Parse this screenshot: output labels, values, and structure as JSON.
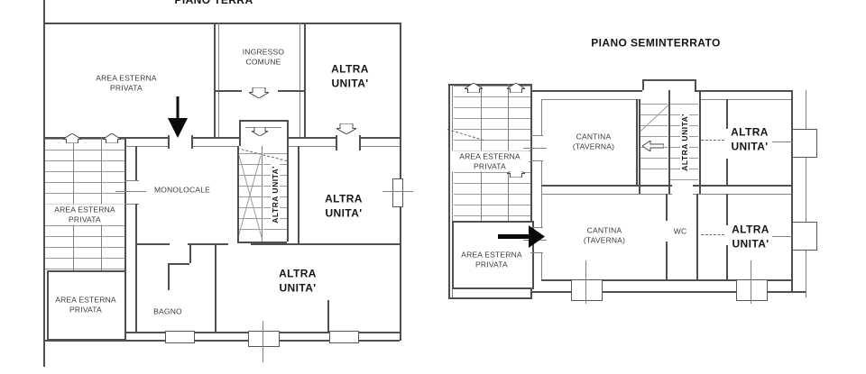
{
  "document_type": "floor-plan-drawing",
  "colors": {
    "background": "#ffffff",
    "wall_line": "#4f4f4f",
    "thin_line": "#808080",
    "hatch_line": "#9a9a9a",
    "label_text": "#3a3a3a",
    "bold_text": "#161616",
    "arrow": "#0a0a0a"
  },
  "icons": {
    "black_down_arrow": "solid entrance arrow pointing down",
    "black_right_arrow": "solid entrance arrow pointing right",
    "outline_up_arrow": "open stair/door arrow up",
    "outline_down_arrow": "open stair/door arrow down",
    "outline_left_arrow": "open stair arrow left"
  },
  "plans": [
    {
      "title": "PIANO TERRA",
      "rooms": {
        "area_esterna_top": {
          "label": "AREA ESTERNA PRIVATA"
        },
        "ingresso_comune": {
          "label": "INGRESSO COMUNE"
        },
        "altra_unita_top": {
          "label": "ALTRA UNITA'"
        },
        "monolocale": {
          "label": "MONOLOCALE"
        },
        "stair_unit": {
          "label": "ALTRA UNITA'"
        },
        "altra_unita_right": {
          "label": "ALTRA UNITA'"
        },
        "area_esterna_mid": {
          "label": "AREA ESTERNA PRIVATA"
        },
        "area_esterna_bottom": {
          "label": "AREA ESTERNA PRIVATA"
        },
        "bagno": {
          "label": "BAGNO"
        },
        "altra_unita_bottom": {
          "label": "ALTRA UNITA'"
        }
      }
    },
    {
      "title": "PIANO SEMINTERRATO",
      "rooms": {
        "area_esterna_stairs": {
          "label": "AREA ESTERNA PRIVATA"
        },
        "area_esterna_bottom": {
          "label": "AREA ESTERNA PRIVATA"
        },
        "cantina_top": {
          "label": "CANTINA (TAVERNA)"
        },
        "cantina_bottom": {
          "label": "CANTINA (TAVERNA)"
        },
        "wc": {
          "label": "WC"
        },
        "stair_unit": {
          "label": "ALTRA UNITA'"
        },
        "altra_unita_top": {
          "label": "ALTRA UNITA'"
        },
        "altra_unita_bottom": {
          "label": "ALTRA UNITA'"
        }
      }
    }
  ]
}
